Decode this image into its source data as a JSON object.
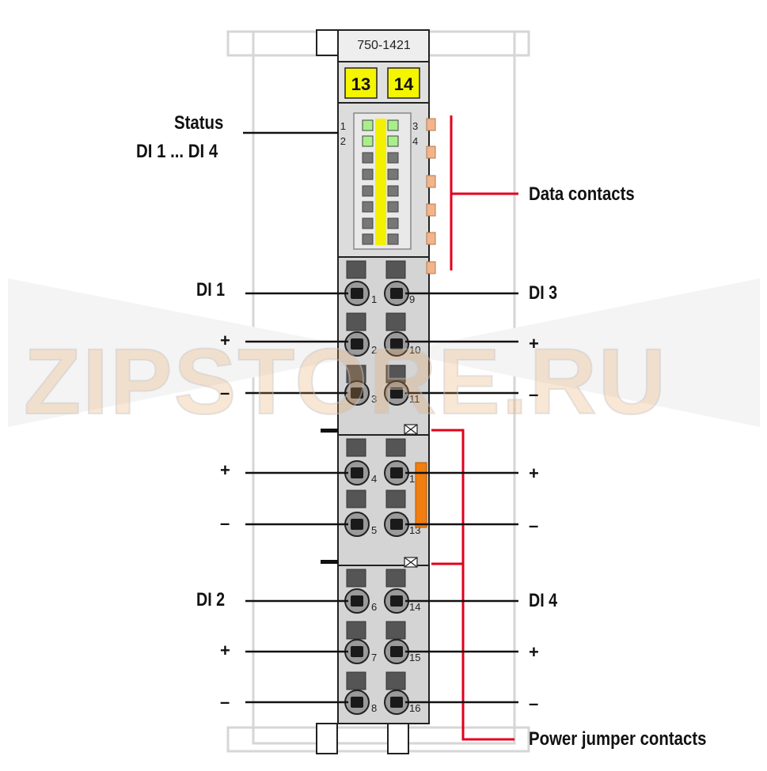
{
  "module": {
    "part_number": "750-1421",
    "marker_left": "13",
    "marker_right": "14"
  },
  "led_block": {
    "left_numbers": [
      "1",
      "2"
    ],
    "right_numbers": [
      "3",
      "4"
    ]
  },
  "terminals": {
    "left": [
      "1",
      "2",
      "3",
      "4",
      "5",
      "6",
      "7",
      "8"
    ],
    "right": [
      "9",
      "10",
      "11",
      "12",
      "13",
      "14",
      "15",
      "16"
    ]
  },
  "callouts": {
    "status_line1": "Status",
    "status_line2": "DI 1 ... DI 4",
    "data_contacts": "Data contacts",
    "power_jumper_contacts": "Power jumper contacts",
    "di1": "DI 1",
    "di2": "DI 2",
    "di3": "DI 3",
    "di4": "DI 4",
    "plus": "+",
    "minus": "–"
  },
  "watermark": "ZIPSTORE.RU",
  "colors": {
    "housing": "#d9d9d9",
    "marker_yellow": "#f5f500",
    "led_green": "#a8ef8a",
    "data_contact": "#f2b48a",
    "power_jumper": "#f07e10",
    "callout_red": "#e0001b"
  }
}
